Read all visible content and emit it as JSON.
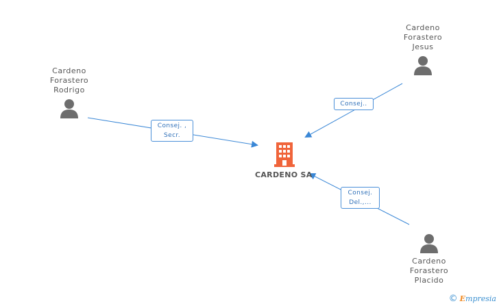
{
  "company": {
    "name": "CARDENO SA",
    "icon": "building-icon",
    "color": "#f0643a"
  },
  "persons": [
    {
      "id": "rodrigo",
      "name": "Cardeno\nForastero\nRodrigo",
      "icon": "person-icon"
    },
    {
      "id": "jesus",
      "name": "Cardeno\nForastero\nJesus",
      "icon": "person-icon"
    },
    {
      "id": "placido",
      "name": "Cardeno\nForastero\nPlacido",
      "icon": "person-icon"
    }
  ],
  "edges": [
    {
      "from": "rodrigo",
      "label": "Consej. ,\nSecr."
    },
    {
      "from": "jesus",
      "label": "Consej.."
    },
    {
      "from": "placido",
      "label": "Consej.\nDel.,..."
    }
  ],
  "colors": {
    "edge": "#3a87d6",
    "person": "#6d6d6d"
  },
  "footer": {
    "copyright": "©",
    "brand_initial": "E",
    "brand_rest": "mpresia"
  }
}
